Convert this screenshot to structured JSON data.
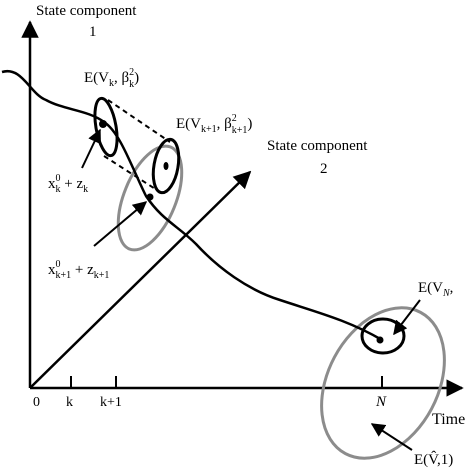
{
  "axes": {
    "vertical_title_line1": "State component",
    "vertical_title_line2": "1",
    "diagonal_title_line1": "State component",
    "diagonal_title_line2": "2",
    "time_title": "Time"
  },
  "ticks": {
    "origin": "0",
    "k": "k",
    "k_plus_1": "k+1",
    "N": "N"
  },
  "labels": {
    "ellipsoid_k": {
      "prefix": "E(V",
      "sub": "k",
      "mid": ", β",
      "sup": "2",
      "sub2": "k",
      "suffix": ")"
    },
    "ellipsoid_k1": {
      "prefix": "E(V",
      "sub": "k+1",
      "mid": ", β",
      "sup": "2",
      "sub2": "k+1",
      "suffix": ")"
    },
    "point_k": {
      "x": "x",
      "sup": "0",
      "sub": "k",
      "plus": " + z",
      "sub2": "k"
    },
    "point_k1": {
      "x": "x",
      "sup": "0",
      "sub": "k+1",
      "plus": " + z",
      "sub2": "k+1"
    },
    "ellipsoid_N": {
      "prefix": "E(V",
      "sub": "N",
      "suffix": ","
    },
    "ellipsoid_hat": {
      "text": "E(V̂,1)"
    }
  },
  "colors": {
    "ink": "#000000",
    "outer_ellipse": "#8c8c8c"
  }
}
